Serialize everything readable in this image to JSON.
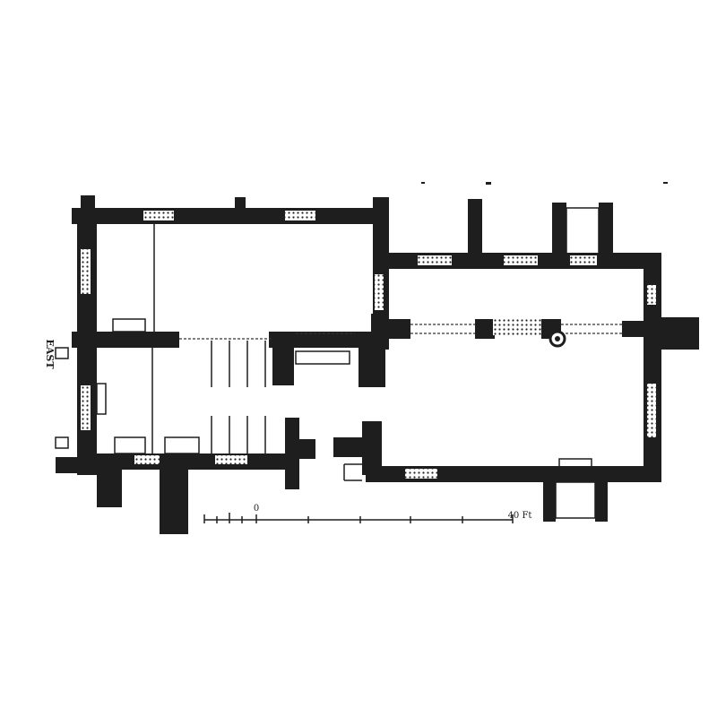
{
  "labels": {
    "east": "EAST",
    "scale_zero": "0",
    "scale_end": "40 Ft"
  }
}
